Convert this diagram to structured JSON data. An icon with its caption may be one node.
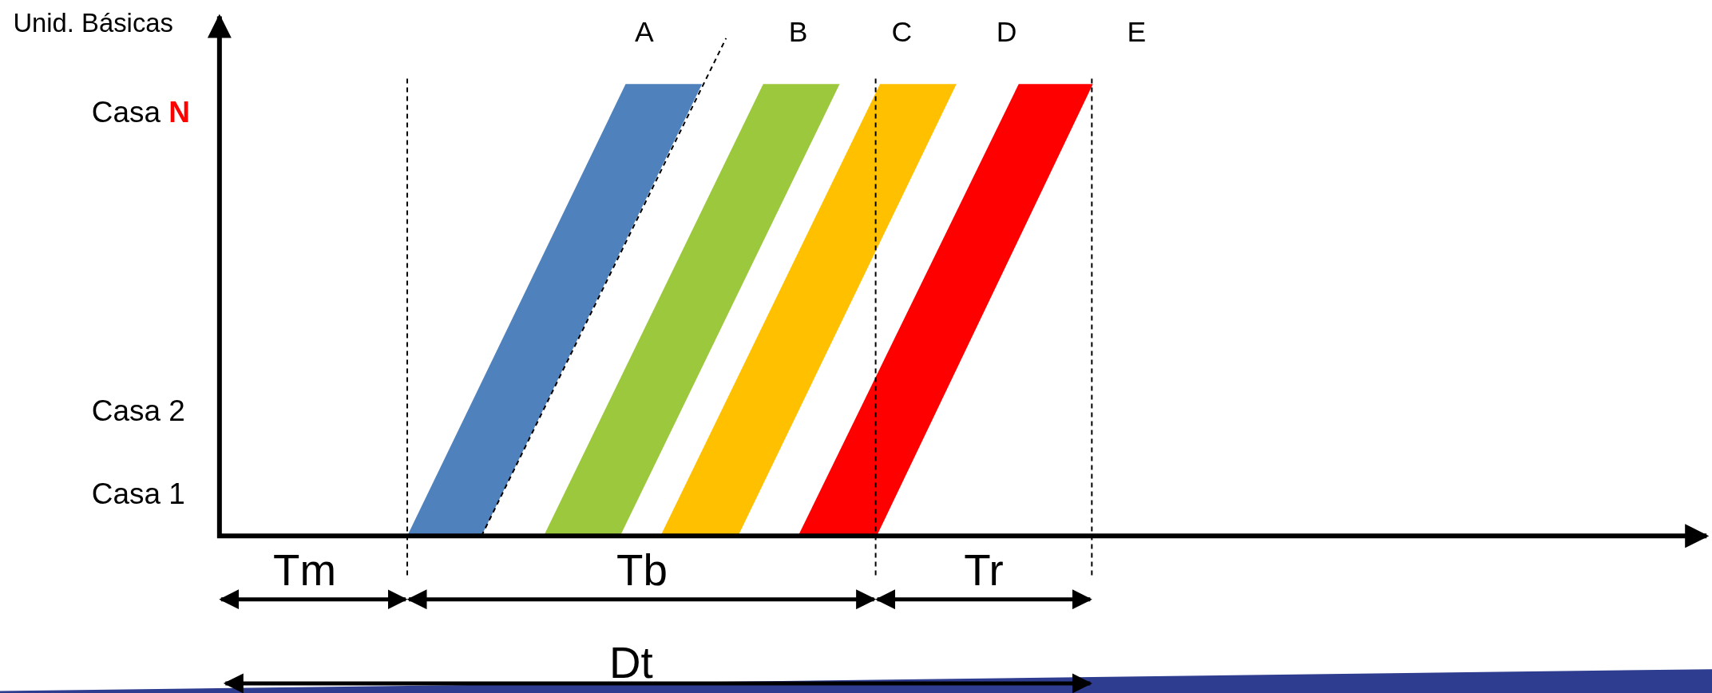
{
  "diagram": {
    "labels": [
      "Unid. Básicas",
      "A",
      "B",
      "C",
      "D",
      "E",
      "Casa **N**",
      "Casa 2",
      "Casa 1",
      "Tm",
      "Tb",
      "Tr",
      "Dt"
    ]
  }
}
